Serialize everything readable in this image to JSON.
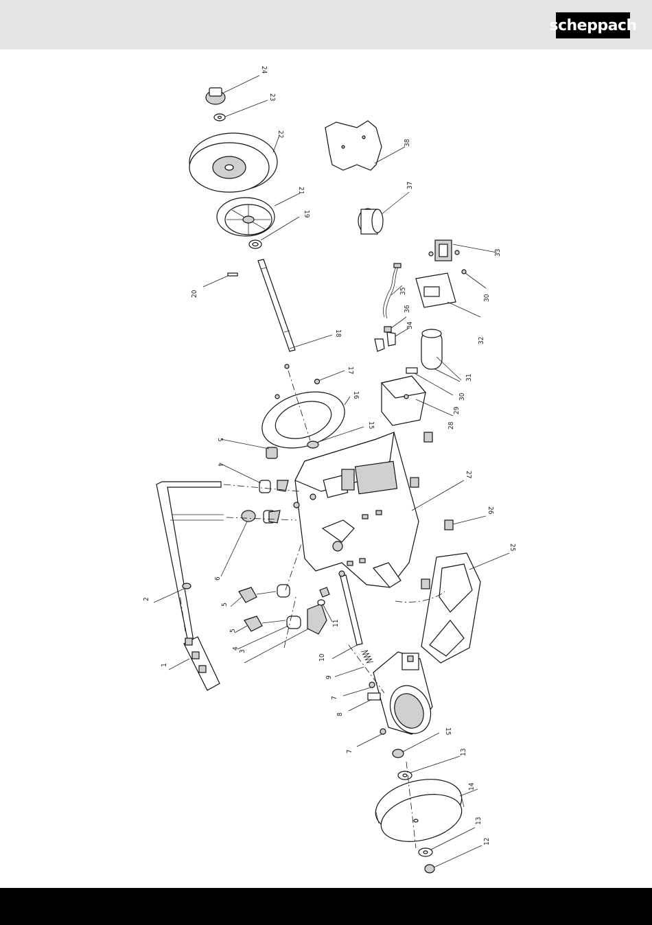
{
  "brand": {
    "logo_text": "scheppach"
  },
  "colors": {
    "header_bg": "#e4e4e4",
    "footer_bg": "#000000",
    "logo_bg": "#000000"
  },
  "callouts": [
    {
      "id": "c1",
      "label": "1"
    },
    {
      "id": "c2",
      "label": "2"
    },
    {
      "id": "c3",
      "label": "3"
    },
    {
      "id": "c4a",
      "label": "4"
    },
    {
      "id": "c4b",
      "label": "4"
    },
    {
      "id": "c5a",
      "label": "5"
    },
    {
      "id": "c5b",
      "label": "5"
    },
    {
      "id": "c5c",
      "label": "5"
    },
    {
      "id": "c6",
      "label": "6"
    },
    {
      "id": "c7a",
      "label": "7"
    },
    {
      "id": "c7b",
      "label": "7"
    },
    {
      "id": "c8",
      "label": "8"
    },
    {
      "id": "c9",
      "label": "9"
    },
    {
      "id": "c10",
      "label": "10"
    },
    {
      "id": "c11",
      "label": "11"
    },
    {
      "id": "c12",
      "label": "12"
    },
    {
      "id": "c13a",
      "label": "13"
    },
    {
      "id": "c13b",
      "label": "13"
    },
    {
      "id": "c14",
      "label": "14"
    },
    {
      "id": "c15a",
      "label": "15"
    },
    {
      "id": "c15b",
      "label": "15"
    },
    {
      "id": "c16",
      "label": "16"
    },
    {
      "id": "c17",
      "label": "17"
    },
    {
      "id": "c18",
      "label": "18"
    },
    {
      "id": "c19",
      "label": "19"
    },
    {
      "id": "c20",
      "label": "20"
    },
    {
      "id": "c21",
      "label": "21"
    },
    {
      "id": "c22",
      "label": "22"
    },
    {
      "id": "c23",
      "label": "23"
    },
    {
      "id": "c24",
      "label": "24"
    },
    {
      "id": "c25",
      "label": "25"
    },
    {
      "id": "c26",
      "label": "26"
    },
    {
      "id": "c27",
      "label": "27"
    },
    {
      "id": "c28",
      "label": "28"
    },
    {
      "id": "c29",
      "label": "29"
    },
    {
      "id": "c30a",
      "label": "30"
    },
    {
      "id": "c30b",
      "label": "30"
    },
    {
      "id": "c31",
      "label": "31"
    },
    {
      "id": "c32",
      "label": "32"
    },
    {
      "id": "c33",
      "label": "33"
    },
    {
      "id": "c34",
      "label": "34"
    },
    {
      "id": "c35",
      "label": "35"
    },
    {
      "id": "c36",
      "label": "36"
    },
    {
      "id": "c37",
      "label": "37"
    },
    {
      "id": "c38",
      "label": "38"
    }
  ]
}
